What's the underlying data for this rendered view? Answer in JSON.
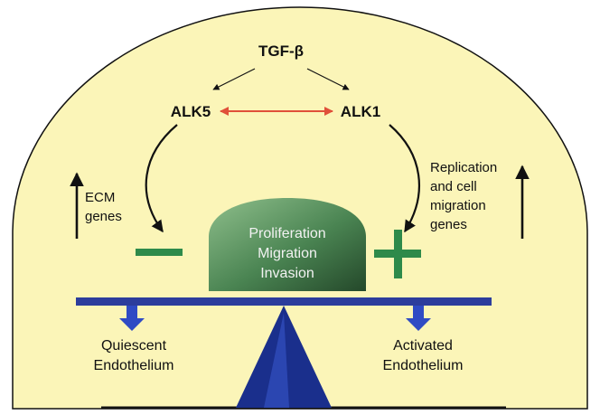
{
  "colors": {
    "background": "#fbf5b8",
    "outline": "#111111",
    "beam": "#2c3d9c",
    "arrow_down": "#2f4bc4",
    "fulcrum": "#1a2f8c",
    "green": "#2e8a4a",
    "dome_dark": "#2e5e35",
    "dome_light": "#7bb07e",
    "double_arrow": "#e0503a"
  },
  "labels": {
    "top": "TGF-β",
    "alk5": "ALK5",
    "alk1": "ALK1",
    "ecm_line1": "ECM",
    "ecm_line2": "genes",
    "rep_line1": "Replication",
    "rep_line2": "and cell",
    "rep_line3": "migration",
    "rep_line4": "genes",
    "dome_line1": "Proliferation",
    "dome_line2": "Migration",
    "dome_line3": "Invasion",
    "left_weight_line1": "Quiescent",
    "left_weight_line2": "Endothelium",
    "right_weight_line1": "Activated",
    "right_weight_line2": "Endothelium"
  },
  "symbols": {
    "minus": "minus-sign",
    "plus": "plus-sign"
  }
}
